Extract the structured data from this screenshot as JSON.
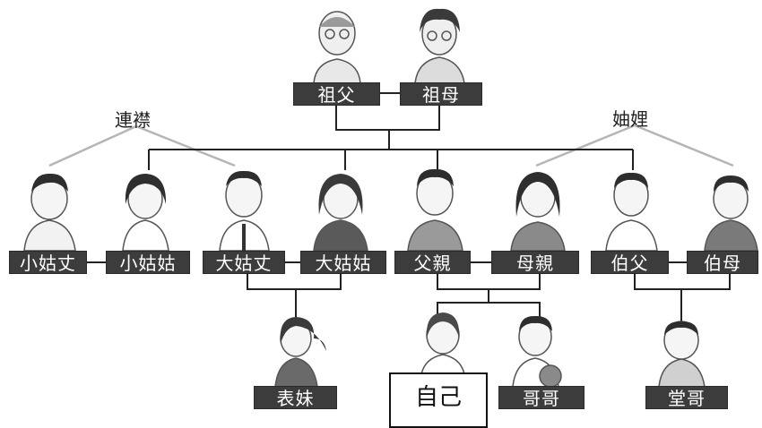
{
  "title": "",
  "grandparents": {
    "grandfather": "祖父",
    "grandmother": "祖母"
  },
  "relations": {
    "left": "連襟",
    "right": "妯娌"
  },
  "aunts_uncles": {
    "youngest_uncle_in_law": "小姑丈",
    "youngest_aunt": "小姑姑",
    "eldest_uncle_in_law": "大姑丈",
    "eldest_aunt": "大姑姑",
    "father": "父親",
    "mother": "母親",
    "uncle": "伯父",
    "aunt": "伯母"
  },
  "children": {
    "cousin_sister": "表妹",
    "self": "自己",
    "elder_brother": "哥哥",
    "cousin_brother": "堂哥"
  },
  "colors": {
    "label_bg": "#3c3c3c",
    "label_text": "#ffffff",
    "line": "#222222",
    "relation_line": "#b0b0b0"
  }
}
